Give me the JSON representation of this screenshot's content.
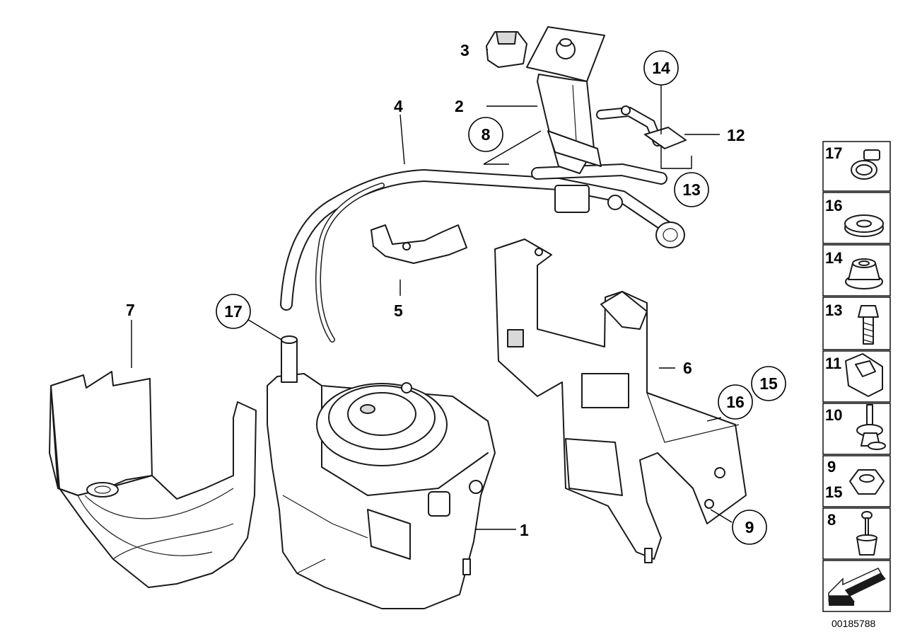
{
  "callouts": {
    "n1": "1",
    "n2": "2",
    "n3": "3",
    "n4": "4",
    "n5": "5",
    "n6": "6",
    "n7": "7",
    "n8": "8",
    "n9": "9",
    "n12": "12",
    "n13": "13",
    "n14": "14",
    "n15": "15",
    "n16": "16",
    "n17": "17"
  },
  "sidebar": {
    "items": [
      {
        "label": "17"
      },
      {
        "label": "16"
      },
      {
        "label": "14"
      },
      {
        "label": "13"
      },
      {
        "label": "11"
      },
      {
        "label": "10"
      },
      {
        "label": "9",
        "label2": "15"
      },
      {
        "label": "8"
      }
    ]
  },
  "document_id": "00185788"
}
